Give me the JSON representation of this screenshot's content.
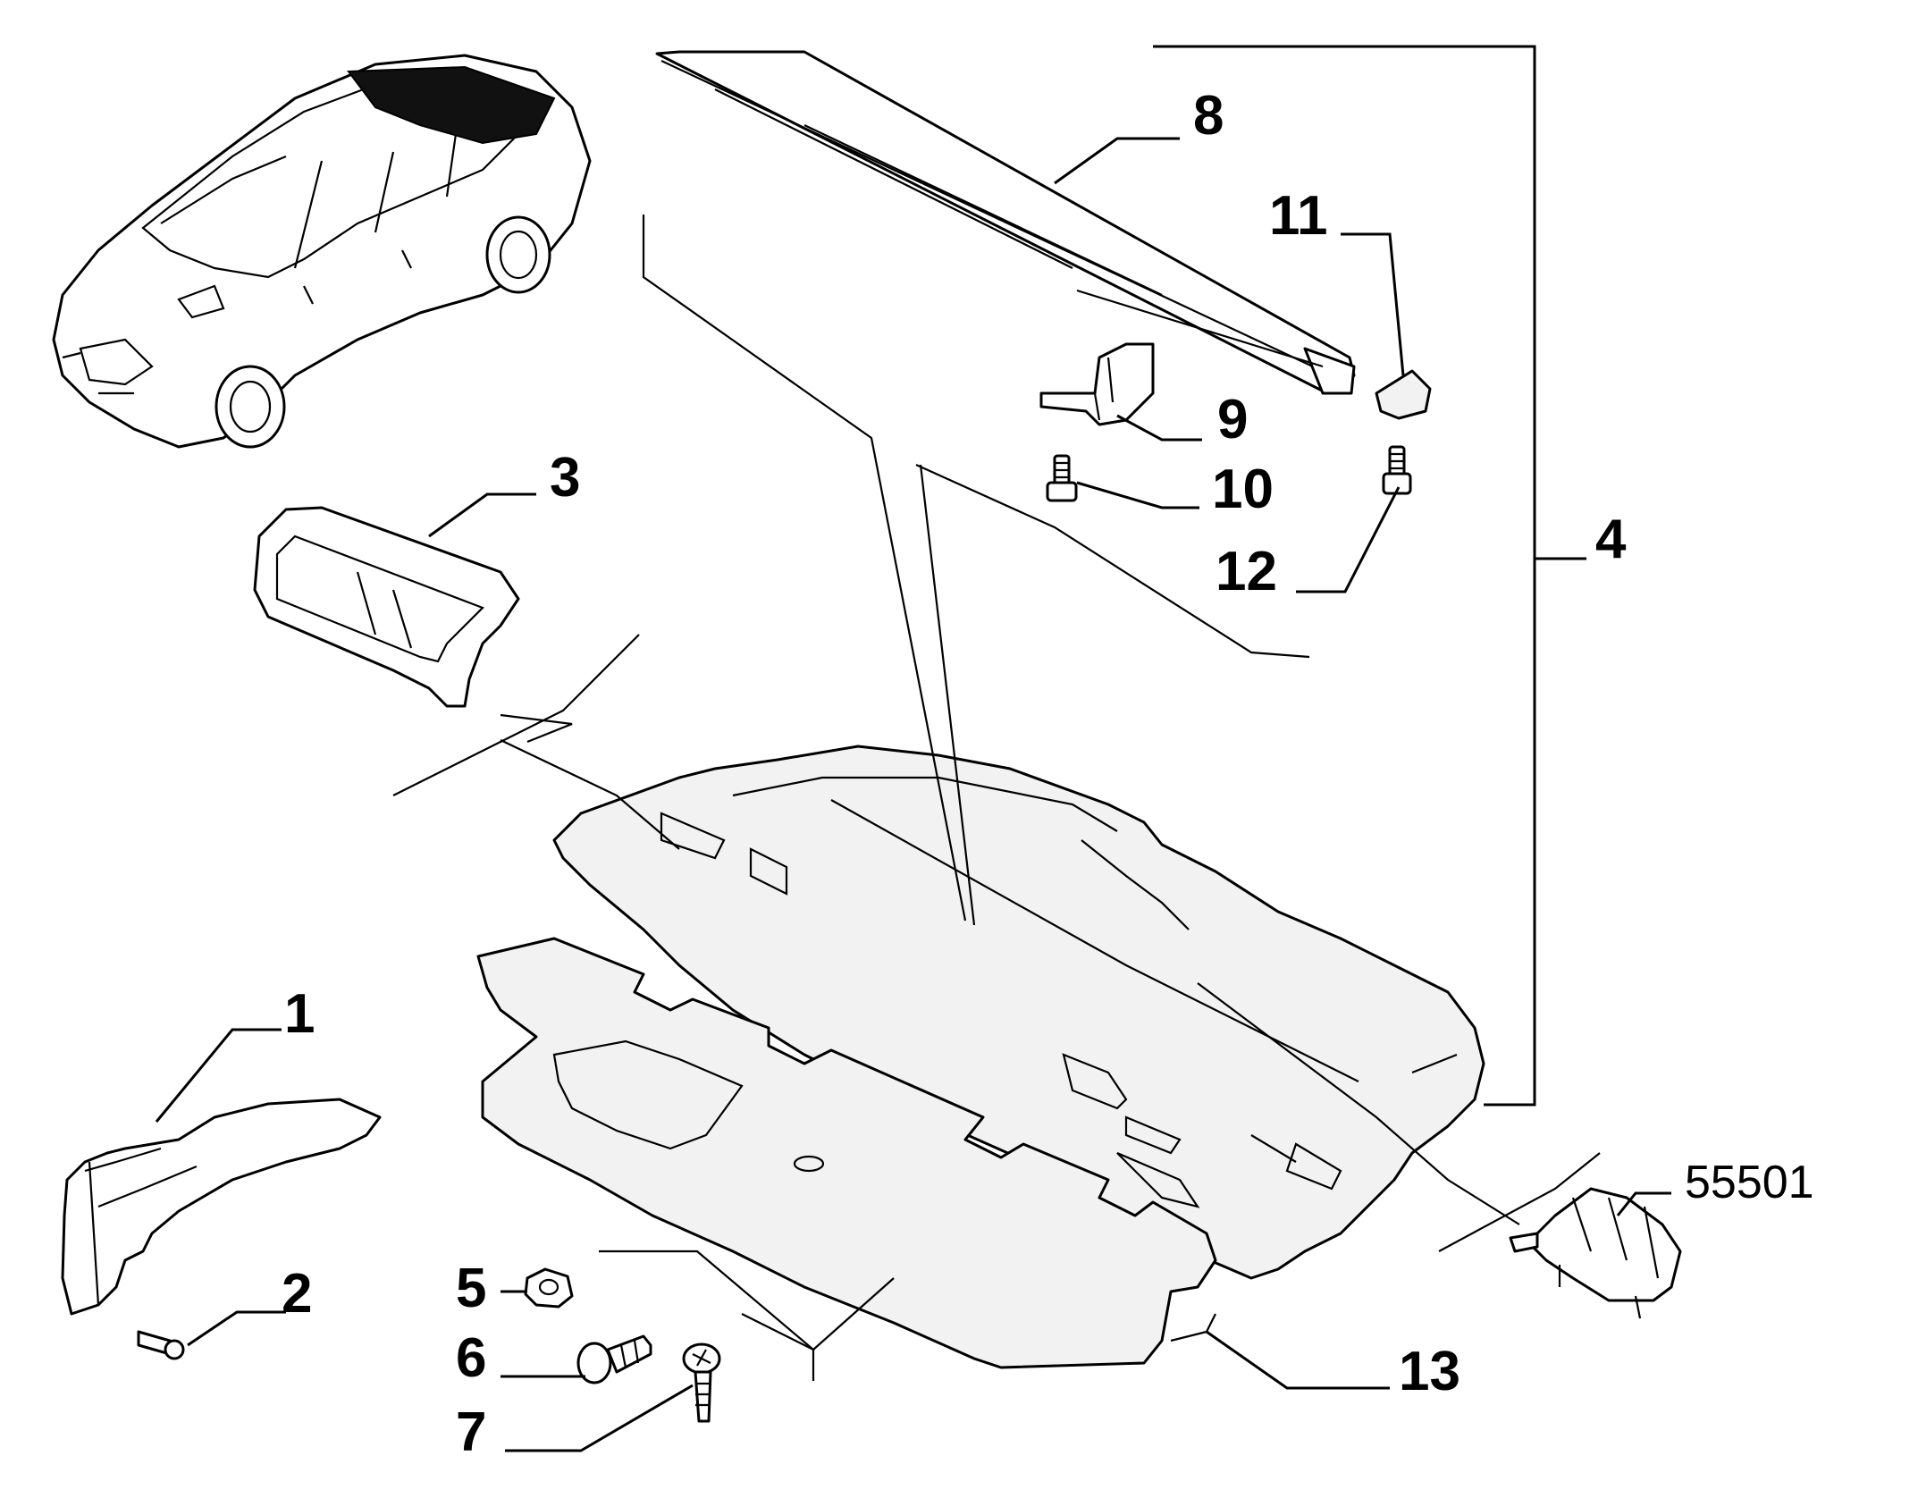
{
  "diagram": {
    "callouts": [
      {
        "id": "c1",
        "text": "1"
      },
      {
        "id": "c2",
        "text": "2"
      },
      {
        "id": "c3",
        "text": "3"
      },
      {
        "id": "c4",
        "text": "4"
      },
      {
        "id": "c5",
        "text": "5"
      },
      {
        "id": "c6",
        "text": "6"
      },
      {
        "id": "c7",
        "text": "7"
      },
      {
        "id": "c8",
        "text": "8"
      },
      {
        "id": "c9",
        "text": "9"
      },
      {
        "id": "c10",
        "text": "10"
      },
      {
        "id": "c11",
        "text": "11"
      },
      {
        "id": "c12",
        "text": "12"
      },
      {
        "id": "c13",
        "text": "13"
      },
      {
        "id": "c55501",
        "text": "55501"
      }
    ]
  }
}
